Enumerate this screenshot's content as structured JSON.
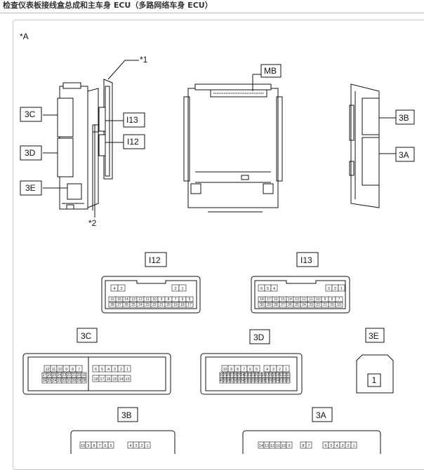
{
  "header": {
    "title": "检查仪表板接线盒总成和主车身 ECU（多路网络车身 ECU）"
  },
  "diagram": {
    "view_label": "*A",
    "callouts": {
      "c1": "*1",
      "c2": "*2"
    },
    "left_unit_labels": {
      "c3C": "3C",
      "c3D": "3D",
      "c3E": "3E",
      "i13": "I13",
      "i12": "I12"
    },
    "middle_unit_labels": {
      "mb": "MB"
    },
    "right_unit_labels": {
      "c3B": "3B",
      "c3A": "3A"
    }
  },
  "connectors": {
    "I12": {
      "label": "I12",
      "top": [
        "4",
        "3",
        "2",
        "1"
      ],
      "row1": [
        "16",
        "15",
        "14",
        "13",
        "12",
        "11",
        "10",
        "9",
        "8",
        "7",
        "6",
        "5"
      ],
      "row2": [
        "28",
        "27",
        "26",
        "25",
        "24",
        "23",
        "22",
        "21",
        "20",
        "19",
        "18",
        "17"
      ]
    },
    "I13": {
      "label": "I13",
      "top": [
        "6",
        "5",
        "4",
        "3",
        "2",
        "1"
      ],
      "row1": [
        "18",
        "17",
        "16",
        "15",
        "14",
        "13",
        "12",
        "11",
        "10",
        "9",
        "8",
        "7"
      ],
      "row2": [
        "30",
        "29",
        "28",
        "27",
        "26",
        "25",
        "24",
        "23",
        "22",
        "21",
        "20",
        "19"
      ]
    },
    "3C": {
      "label": "3C",
      "row1": [
        "12",
        "11",
        "10",
        "9",
        "8",
        "7",
        "6",
        "5",
        "4",
        "3",
        "2",
        "1"
      ],
      "row2": [
        "27",
        "26",
        "25",
        "24",
        "23",
        "22",
        "21",
        "20",
        "19"
      ],
      "row3": [
        "36",
        "35",
        "34",
        "33",
        "32",
        "31",
        "30",
        "29",
        "28"
      ],
      "right": [
        "18",
        "17",
        "16",
        "15",
        "14",
        "13"
      ]
    },
    "3D": {
      "label": "3D",
      "row1": [
        "10",
        "9",
        "8",
        "7",
        "6",
        "5",
        "4",
        "3",
        "2",
        "1"
      ],
      "row2": [
        "30",
        "29",
        "28",
        "27",
        "26",
        "25",
        "24",
        "23",
        "22",
        "21",
        "20",
        "19",
        "18",
        "17",
        "16",
        "15",
        "14",
        "13",
        "12",
        "11"
      ],
      "row3": [
        "40",
        "39",
        "38",
        "37",
        "36",
        "35",
        "34",
        "33",
        "32",
        "31",
        "30",
        "29",
        "28",
        "27",
        "26",
        "25",
        "24",
        "23",
        "22",
        "21"
      ]
    },
    "3E": {
      "label": "3E",
      "pin": "1"
    },
    "3B": {
      "label": "3B",
      "row1": [
        "10",
        "9",
        "8",
        "7",
        "6",
        "5",
        "4",
        "3",
        "2",
        "1"
      ]
    },
    "3A": {
      "label": "3A",
      "row1": [
        "14",
        "13",
        "12",
        "11",
        "10",
        "9",
        "8",
        "7",
        "6",
        "5",
        "4",
        "3",
        "2",
        "1"
      ]
    }
  }
}
